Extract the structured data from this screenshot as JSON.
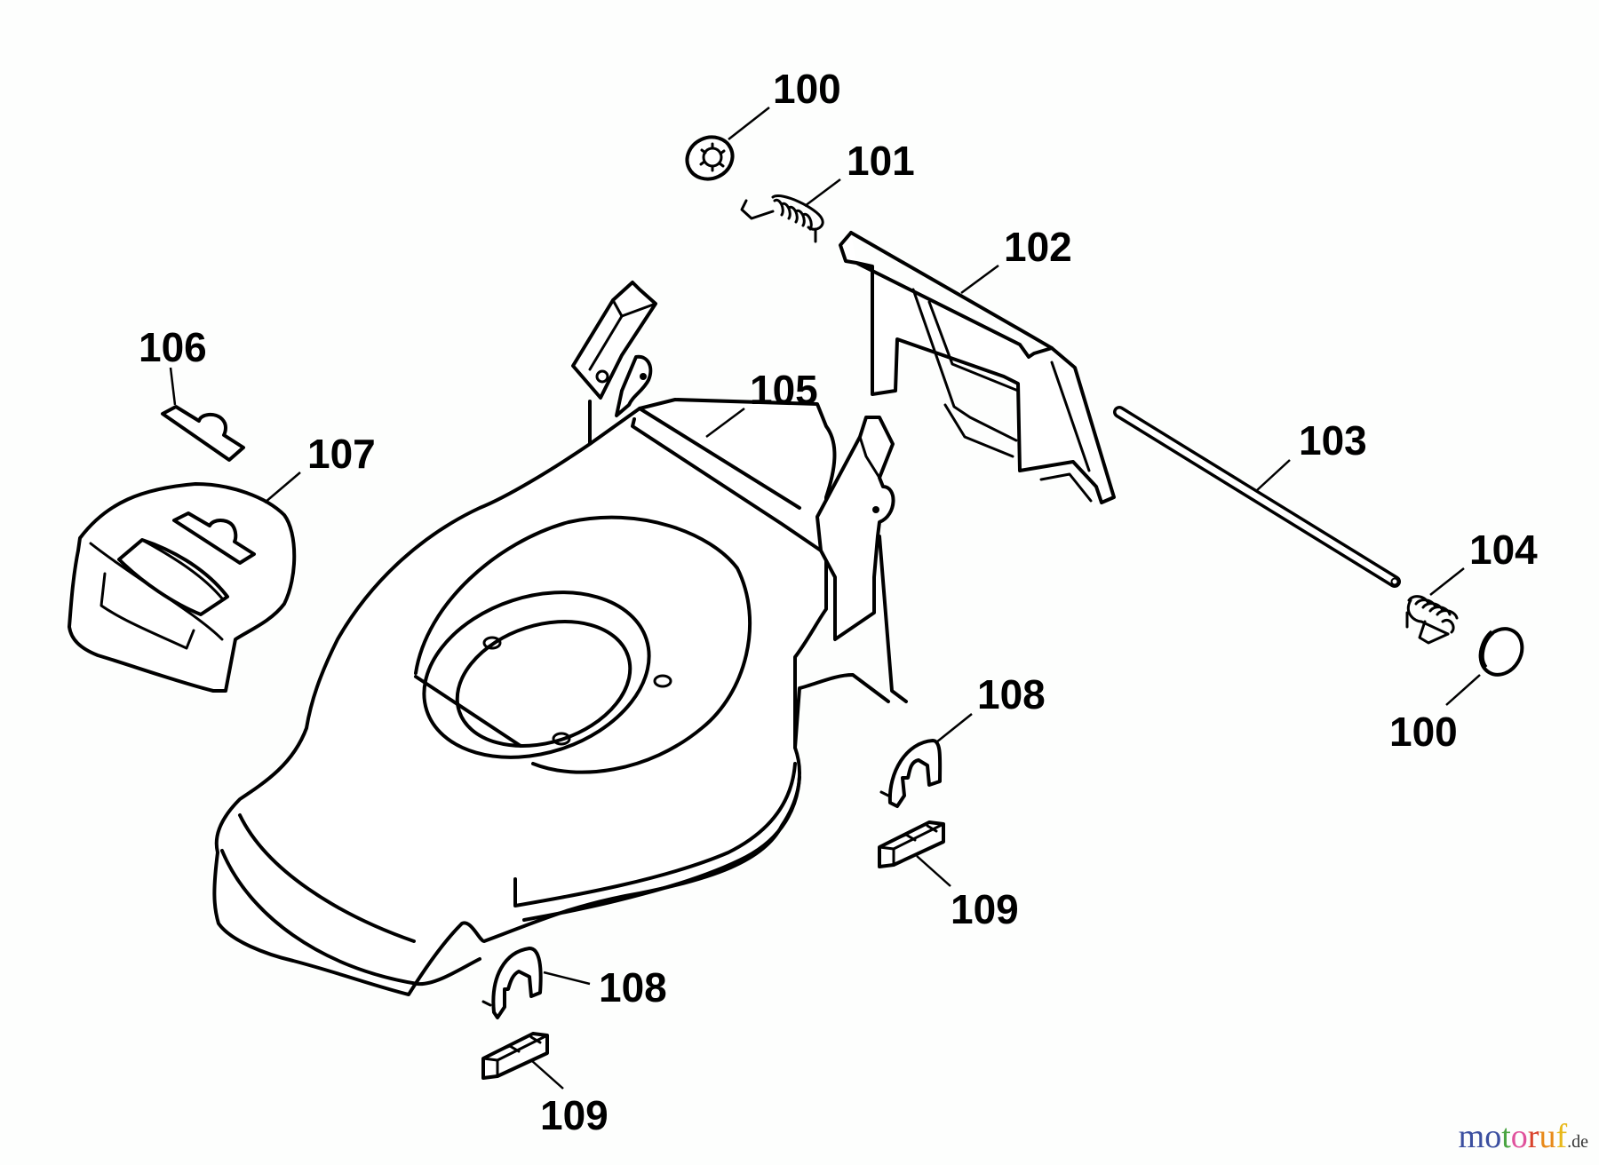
{
  "diagram": {
    "type": "exploded-parts-diagram",
    "subject": "lawn mower deck / housing assembly",
    "parts": [
      {
        "id": "p100a",
        "number": "100",
        "description": "retaining washer (top)"
      },
      {
        "id": "p101",
        "number": "101",
        "description": "torsion spring (left)"
      },
      {
        "id": "p102",
        "number": "102",
        "description": "rear discharge flap"
      },
      {
        "id": "p103",
        "number": "103",
        "description": "axle rod"
      },
      {
        "id": "p104",
        "number": "104",
        "description": "torsion spring (right)"
      },
      {
        "id": "p100b",
        "number": "100",
        "description": "cap (right)"
      },
      {
        "id": "p105",
        "number": "105",
        "description": "mower deck housing"
      },
      {
        "id": "p106",
        "number": "106",
        "description": "small clip"
      },
      {
        "id": "p107",
        "number": "107",
        "description": "front cover"
      },
      {
        "id": "p108a",
        "number": "108",
        "description": "clip (right)"
      },
      {
        "id": "p109a",
        "number": "109",
        "description": "insert block (right)"
      },
      {
        "id": "p108b",
        "number": "108",
        "description": "clip (bottom)"
      },
      {
        "id": "p109b",
        "number": "109",
        "description": "insert block (bottom)"
      }
    ]
  },
  "labels": {
    "l100a": "100",
    "l101": "101",
    "l102": "102",
    "l103": "103",
    "l104": "104",
    "l100b": "100",
    "l105": "105",
    "l106": "106",
    "l107": "107",
    "l108a": "108",
    "l109a": "109",
    "l108b": "108",
    "l109b": "109"
  },
  "watermark": {
    "letters": [
      "m",
      "o",
      "t",
      "o",
      "r",
      "u",
      "f"
    ],
    "colors": [
      "#3b4fa0",
      "#3b4fa0",
      "#4aa542",
      "#e0529c",
      "#d9432c",
      "#e88a1a",
      "#e8b81a"
    ],
    "tld": ".de"
  }
}
